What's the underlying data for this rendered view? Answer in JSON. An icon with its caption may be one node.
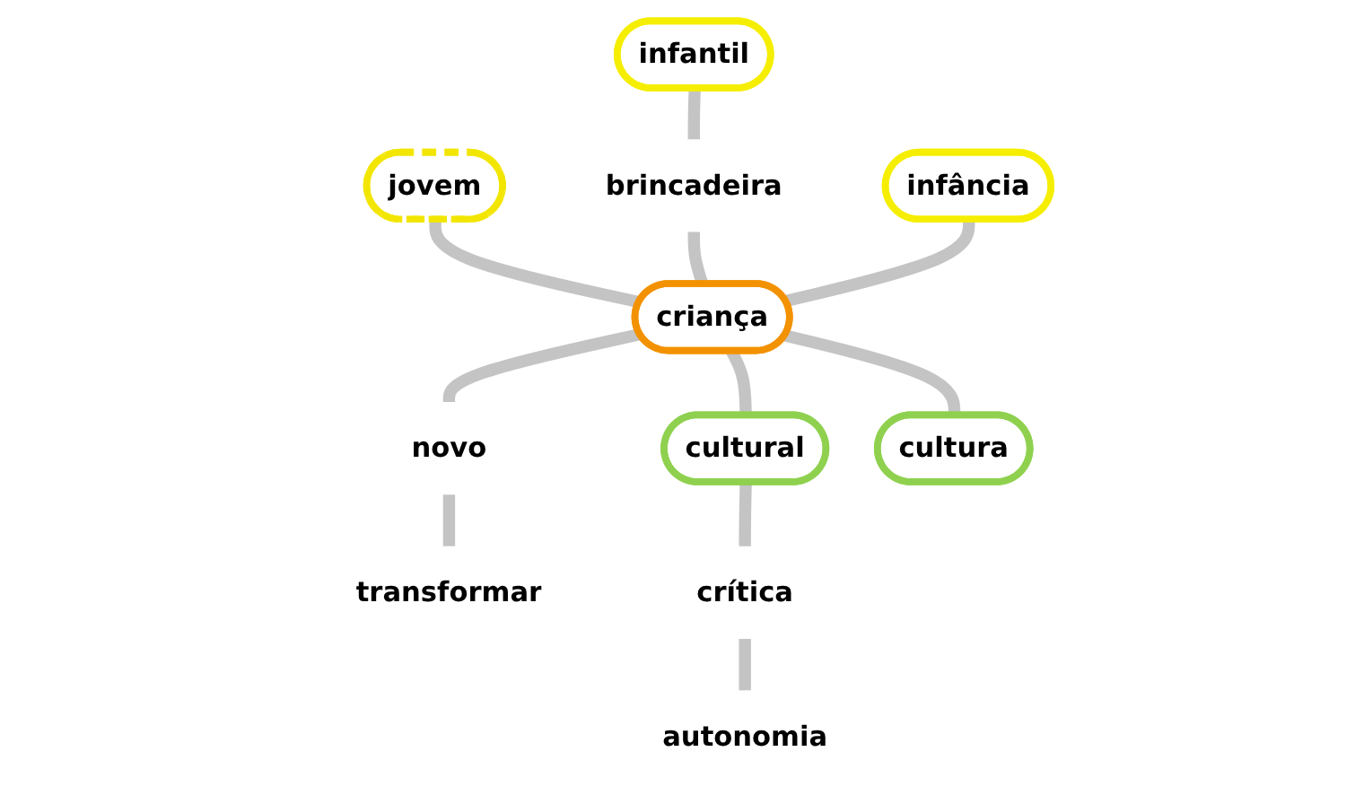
{
  "diagram": {
    "nodes": [
      {
        "text": [
          "jovem"
        ]
      },
      {
        "text": [
          "infantil"
        ]
      },
      {
        "text": [
          "brincadeira"
        ]
      },
      {
        "text": [
          "infância"
        ]
      },
      {
        "text": [
          "criança"
        ]
      },
      {
        "text": [
          "novo"
        ]
      },
      {
        "text": [
          "transformar"
        ]
      },
      {
        "text": [
          "cultural"
        ]
      },
      {
        "text": [
          "crítica"
        ]
      },
      {
        "text": [
          "autonomia"
        ]
      },
      {
        "text": [
          "cultura"
        ]
      }
    ],
    "edges": [
      {
        "from": 0,
        "to": 4,
        "arrow": "none"
      },
      {
        "from": 1,
        "to": 2,
        "arrow": "none"
      },
      {
        "from": 2,
        "to": 4,
        "arrow": "none"
      },
      {
        "from": 3,
        "to": 4,
        "arrow": "none"
      },
      {
        "from": 4,
        "to": 5,
        "arrow": "none"
      },
      {
        "from": 5,
        "to": 6,
        "arrow": "none"
      },
      {
        "from": 4,
        "to": 7,
        "arrow": "none"
      },
      {
        "from": 7,
        "to": 8,
        "arrow": "none"
      },
      {
        "from": 8,
        "to": 9,
        "arrow": "none"
      },
      {
        "from": 4,
        "to": 10,
        "arrow": "none"
      }
    ]
  }
}
